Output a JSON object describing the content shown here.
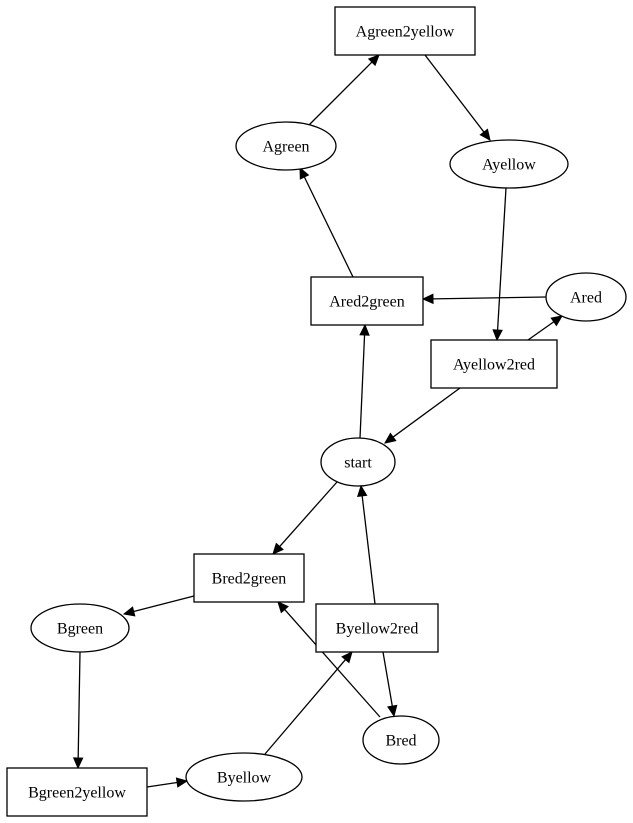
{
  "diagram": {
    "nodes": [
      {
        "id": "Agreen2yellow",
        "label": "Agreen2yellow",
        "shape": "box"
      },
      {
        "id": "Agreen",
        "label": "Agreen",
        "shape": "ellipse"
      },
      {
        "id": "Ayellow",
        "label": "Ayellow",
        "shape": "ellipse"
      },
      {
        "id": "Ared2green",
        "label": "Ared2green",
        "shape": "box"
      },
      {
        "id": "Ared",
        "label": "Ared",
        "shape": "ellipse"
      },
      {
        "id": "Ayellow2red",
        "label": "Ayellow2red",
        "shape": "box"
      },
      {
        "id": "start",
        "label": "start",
        "shape": "ellipse"
      },
      {
        "id": "Bred2green",
        "label": "Bred2green",
        "shape": "box"
      },
      {
        "id": "Byellow2red",
        "label": "Byellow2red",
        "shape": "box"
      },
      {
        "id": "Bgreen",
        "label": "Bgreen",
        "shape": "ellipse"
      },
      {
        "id": "Bred",
        "label": "Bred",
        "shape": "ellipse"
      },
      {
        "id": "Bgreen2yellow",
        "label": "Bgreen2yellow",
        "shape": "box"
      },
      {
        "id": "Byellow",
        "label": "Byellow",
        "shape": "ellipse"
      }
    ],
    "edges": [
      {
        "from": "Agreen",
        "to": "Agreen2yellow"
      },
      {
        "from": "Agreen2yellow",
        "to": "Ayellow"
      },
      {
        "from": "Ared2green",
        "to": "Agreen"
      },
      {
        "from": "Ayellow",
        "to": "Ayellow2red"
      },
      {
        "from": "Ared",
        "to": "Ared2green"
      },
      {
        "from": "Ayellow2red",
        "to": "Ared"
      },
      {
        "from": "Ayellow2red",
        "to": "start"
      },
      {
        "from": "start",
        "to": "Ared2green"
      },
      {
        "from": "start",
        "to": "Bred2green"
      },
      {
        "from": "Byellow2red",
        "to": "start"
      },
      {
        "from": "Bred2green",
        "to": "Bgreen"
      },
      {
        "from": "Bred",
        "to": "Bred2green"
      },
      {
        "from": "Byellow2red",
        "to": "Bred"
      },
      {
        "from": "Bgreen",
        "to": "Bgreen2yellow"
      },
      {
        "from": "Bgreen2yellow",
        "to": "Byellow"
      },
      {
        "from": "Byellow",
        "to": "Byellow2red"
      }
    ]
  }
}
